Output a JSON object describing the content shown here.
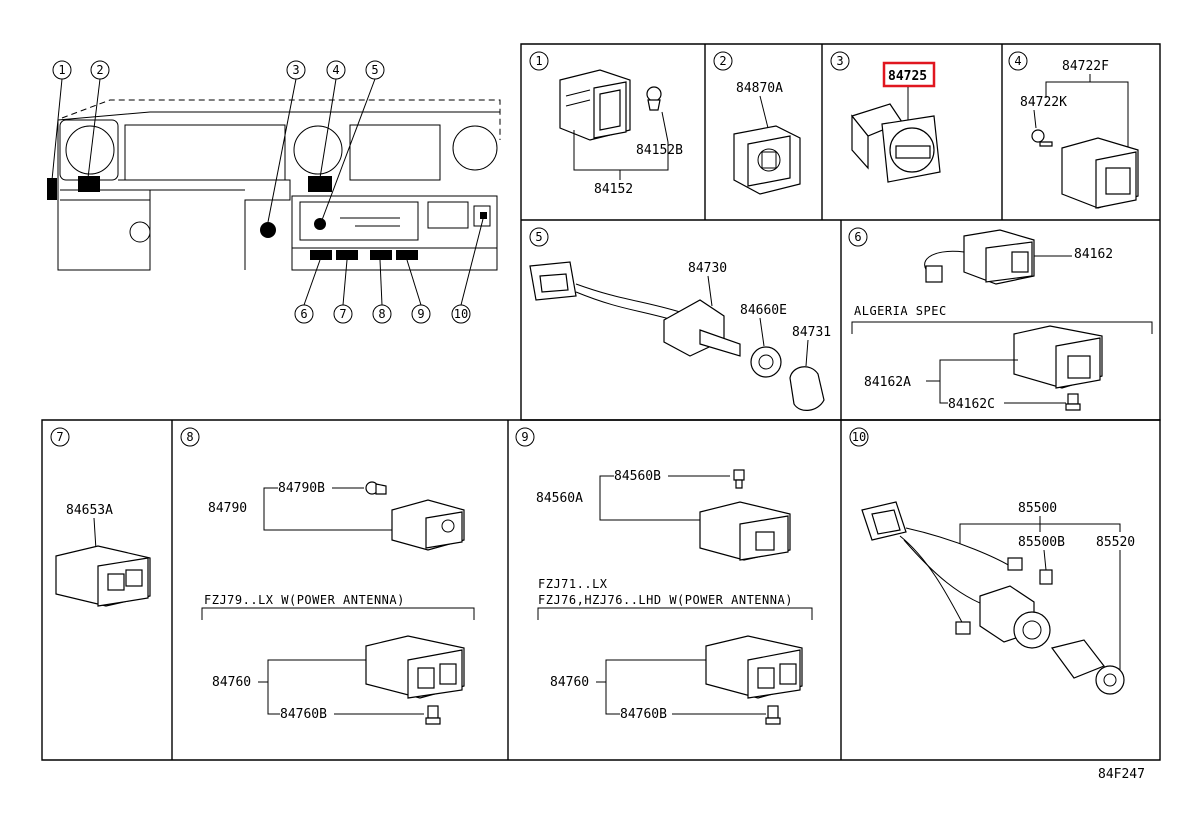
{
  "overview": {
    "callouts": [
      "1",
      "2",
      "3",
      "4",
      "5",
      "6",
      "7",
      "8",
      "9",
      "10"
    ]
  },
  "panels": [
    {
      "id": "1",
      "parts": [
        "84152B",
        "84152"
      ]
    },
    {
      "id": "2",
      "parts": [
        "84870A"
      ]
    },
    {
      "id": "3",
      "parts": [
        "84725"
      ],
      "highlighted": "84725",
      "highlight_color": "#e0161f"
    },
    {
      "id": "4",
      "parts": [
        "84722F",
        "84722K"
      ]
    },
    {
      "id": "5",
      "parts": [
        "84730",
        "84660E",
        "84731"
      ]
    },
    {
      "id": "6",
      "parts": [
        "84162",
        "84162A",
        "84162C"
      ],
      "spec": "ALGERIA SPEC"
    },
    {
      "id": "7",
      "parts": [
        "84653A"
      ]
    },
    {
      "id": "8",
      "parts": [
        "84790B",
        "84790",
        "84760",
        "84760B"
      ],
      "spec": "FZJ79..LX W(POWER ANTENNA)"
    },
    {
      "id": "9",
      "parts": [
        "84560B",
        "84560A",
        "84760",
        "84760B"
      ],
      "spec_lines": [
        "FZJ71..LX",
        "FZJ76,HZJ76..LHD W(POWER ANTENNA)"
      ]
    },
    {
      "id": "10",
      "parts": [
        "85500",
        "85500B",
        "85520"
      ]
    }
  ],
  "drawing_code": "84F247"
}
